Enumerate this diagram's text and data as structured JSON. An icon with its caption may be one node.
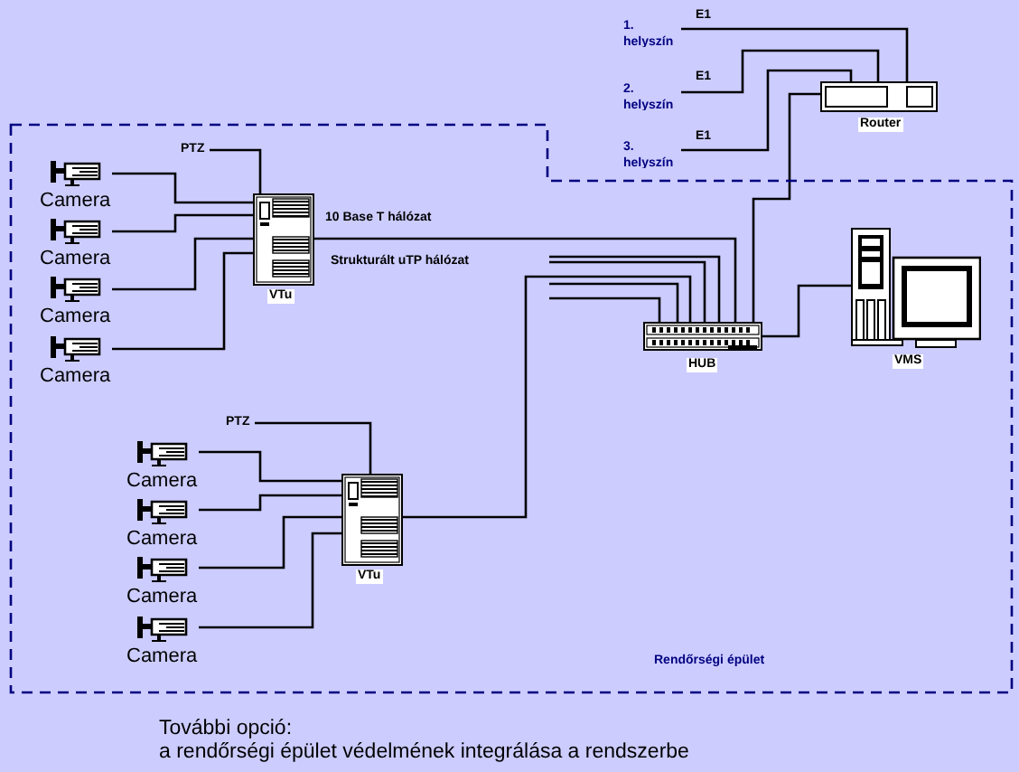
{
  "diagram": {
    "nodes": [
      {
        "text": [
          "Rendőrségi épület"
        ]
      },
      {
        "text": [
          "1. helyszín"
        ]
      },
      {
        "text": [
          "2. helyszín"
        ]
      },
      {
        "text": [
          "3. helyszín"
        ]
      },
      {
        "text": [
          "Router"
        ]
      },
      {
        "text": [
          "PTZ"
        ],
        "in": 0
      },
      {
        "text": [
          "Camera"
        ],
        "in": 0
      },
      {
        "text": [
          "Camera"
        ],
        "in": 0
      },
      {
        "text": [
          "Camera"
        ],
        "in": 0
      },
      {
        "text": [
          "Camera"
        ],
        "in": 0
      },
      {
        "text": [
          "VTu"
        ],
        "in": 0
      },
      {
        "text": [
          "PTZ"
        ],
        "in": 0
      },
      {
        "text": [
          "Camera"
        ],
        "in": 0
      },
      {
        "text": [
          "Camera"
        ],
        "in": 0
      },
      {
        "text": [
          "Camera"
        ],
        "in": 0
      },
      {
        "text": [
          "Camera"
        ],
        "in": 0
      },
      {
        "text": [
          "VTu"
        ],
        "in": 0
      },
      {
        "text": [
          "HUB"
        ],
        "in": 0
      },
      {
        "text": [
          "VMS"
        ],
        "in": 0
      }
    ],
    "edges": [
      {
        "from": 1,
        "to": 4,
        "arrow": "none",
        "label": "E1"
      },
      {
        "from": 2,
        "to": 4,
        "arrow": "none",
        "label": "E1"
      },
      {
        "from": 3,
        "to": 4,
        "arrow": "none",
        "label": "E1"
      },
      {
        "from": 4,
        "to": 17,
        "arrow": "none"
      },
      {
        "from": 5,
        "to": 10,
        "arrow": "none"
      },
      {
        "from": 6,
        "to": 10,
        "arrow": "none"
      },
      {
        "from": 7,
        "to": 10,
        "arrow": "none"
      },
      {
        "from": 8,
        "to": 10,
        "arrow": "none"
      },
      {
        "from": 9,
        "to": 10,
        "arrow": "none"
      },
      {
        "from": 10,
        "to": 17,
        "arrow": "none",
        "label": "10 Base T hálózat"
      },
      {
        "from": 11,
        "to": 16,
        "arrow": "none"
      },
      {
        "from": 12,
        "to": 16,
        "arrow": "none"
      },
      {
        "from": 13,
        "to": 16,
        "arrow": "none"
      },
      {
        "from": 14,
        "to": 16,
        "arrow": "none"
      },
      {
        "from": 15,
        "to": 16,
        "arrow": "none"
      },
      {
        "from": 16,
        "to": 17,
        "arrow": "none"
      },
      {
        "from": null,
        "to": 17,
        "arrow": "none"
      },
      {
        "from": null,
        "to": 17,
        "arrow": "none"
      },
      {
        "from": null,
        "to": 17,
        "arrow": "none"
      },
      {
        "from": null,
        "to": 17,
        "arrow": "none"
      },
      {
        "from": 17,
        "to": 18,
        "arrow": "none"
      }
    ],
    "labels": [
      "Strukturált uTP hálózat",
      "További opció:",
      "a rendőrségi épület védelmének integrálása a rendszerbe"
    ]
  }
}
